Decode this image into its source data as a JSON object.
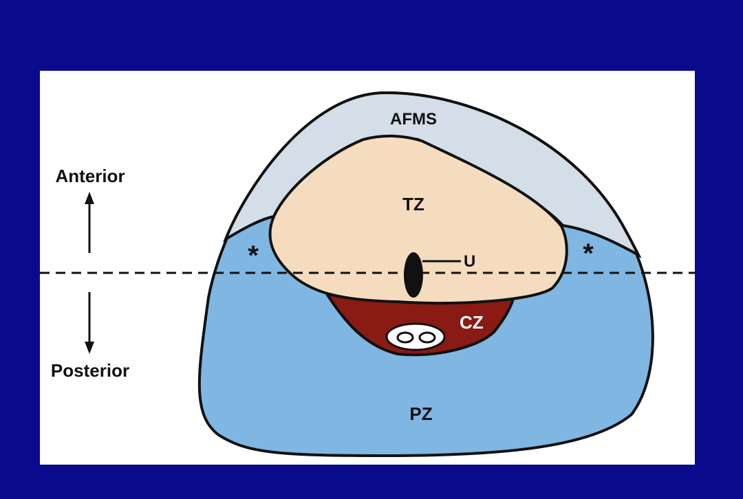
{
  "labels": {
    "afms": "AFMS",
    "tz": "TZ",
    "u": "U",
    "cz": "CZ",
    "pz": "PZ",
    "asterisk": "*",
    "anterior": "Anterior",
    "posterior": "Posterior"
  },
  "colors": {
    "background": "#0a0a8c",
    "panel": "#ffffff",
    "afms_fill": "#d4dee8",
    "tz_fill": "#f5dcbe",
    "cz_fill": "#8a1a14",
    "pz_fill": "#7fb6e2",
    "outline": "#111111"
  }
}
